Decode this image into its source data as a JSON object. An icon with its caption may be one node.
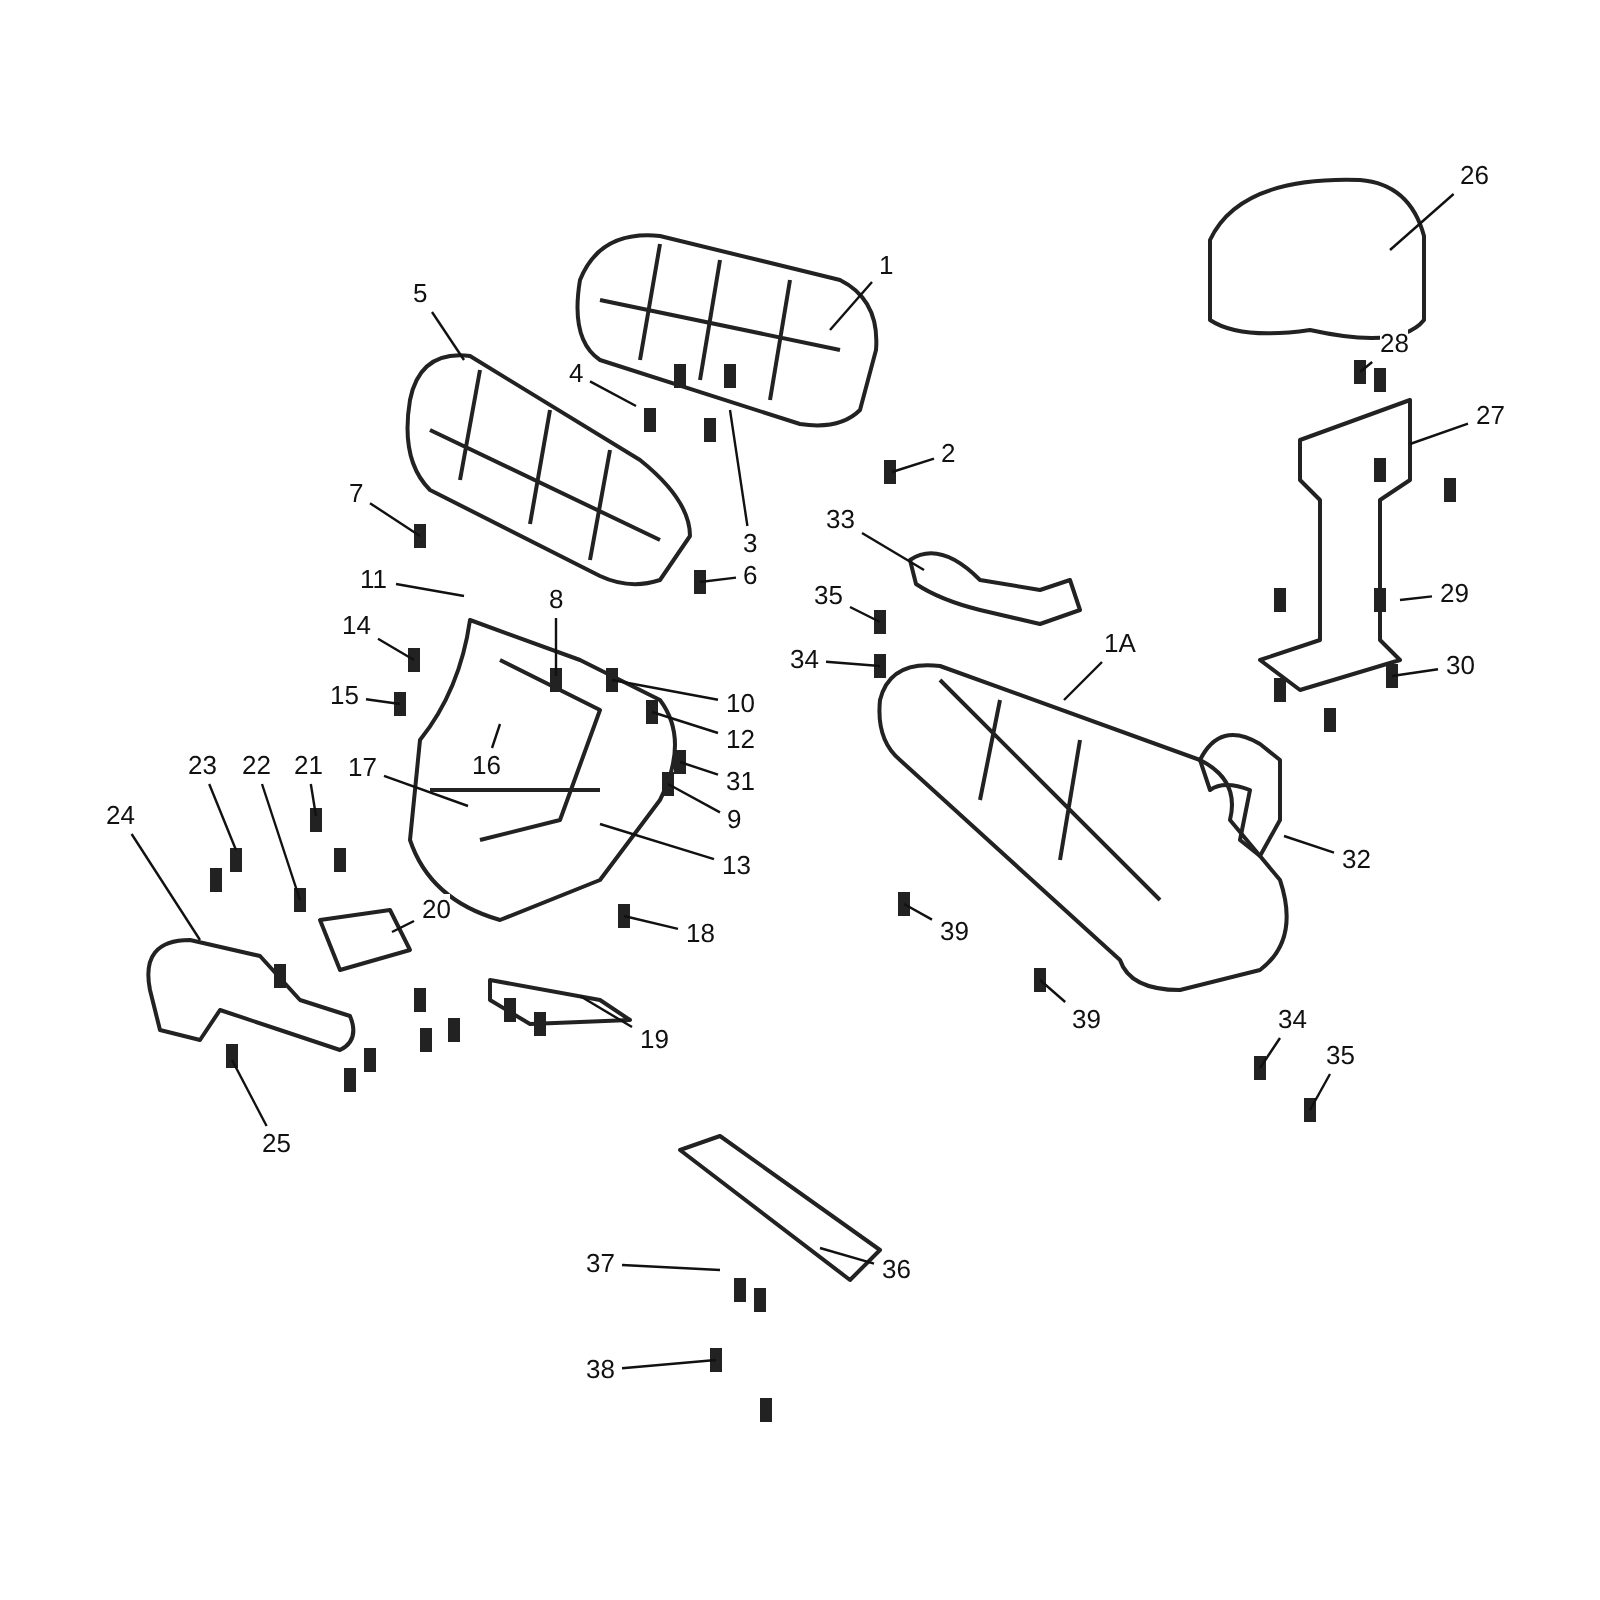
{
  "diagram": {
    "nodes": [
      {
        "text": [
          "1"
        ]
      },
      {
        "text": [
          "5"
        ]
      },
      {
        "text": [
          "4"
        ]
      },
      {
        "text": [
          "3"
        ]
      },
      {
        "text": [
          "2"
        ]
      },
      {
        "text": [
          "26"
        ]
      },
      {
        "text": [
          "28"
        ]
      },
      {
        "text": [
          "27"
        ]
      },
      {
        "text": [
          "7"
        ]
      },
      {
        "text": [
          "11"
        ]
      },
      {
        "text": [
          "8"
        ]
      },
      {
        "text": [
          "6"
        ]
      },
      {
        "text": [
          "33"
        ]
      },
      {
        "text": [
          "35"
        ]
      },
      {
        "text": [
          "29"
        ]
      },
      {
        "text": [
          "14"
        ]
      },
      {
        "text": [
          "34"
        ]
      },
      {
        "text": [
          "1A"
        ]
      },
      {
        "text": [
          "30"
        ]
      },
      {
        "text": [
          "15"
        ]
      },
      {
        "text": [
          "10"
        ]
      },
      {
        "text": [
          "12"
        ]
      },
      {
        "text": [
          "16"
        ]
      },
      {
        "text": [
          "31"
        ]
      },
      {
        "text": [
          "17"
        ]
      },
      {
        "text": [
          "23"
        ]
      },
      {
        "text": [
          "22"
        ]
      },
      {
        "text": [
          "21"
        ]
      },
      {
        "text": [
          "9"
        ]
      },
      {
        "text": [
          "24"
        ]
      },
      {
        "text": [
          "13"
        ]
      },
      {
        "text": [
          "32"
        ]
      },
      {
        "text": [
          "20"
        ]
      },
      {
        "text": [
          "39"
        ]
      },
      {
        "text": [
          "18"
        ]
      },
      {
        "text": [
          "39"
        ]
      },
      {
        "text": [
          "19"
        ]
      },
      {
        "text": [
          "34"
        ]
      },
      {
        "text": [
          "35"
        ]
      },
      {
        "text": [
          "25"
        ]
      },
      {
        "text": [
          "37"
        ]
      },
      {
        "text": [
          "36"
        ]
      },
      {
        "text": [
          "38"
        ]
      }
    ],
    "edges": [
      {
        "from": 0,
        "to": null,
        "arrow": "none"
      },
      {
        "from": 1,
        "to": null,
        "arrow": "none"
      },
      {
        "from": 2,
        "to": null,
        "arrow": "none"
      },
      {
        "from": 3,
        "to": null,
        "arrow": "none"
      },
      {
        "from": 4,
        "to": null,
        "arrow": "none"
      },
      {
        "from": 5,
        "to": null,
        "arrow": "none"
      },
      {
        "from": 6,
        "to": null,
        "arrow": "none"
      },
      {
        "from": 7,
        "to": null,
        "arrow": "none"
      },
      {
        "from": 8,
        "to": null,
        "arrow": "none"
      },
      {
        "from": 9,
        "to": null,
        "arrow": "none"
      },
      {
        "from": 10,
        "to": null,
        "arrow": "none"
      },
      {
        "from": 11,
        "to": null,
        "arrow": "none"
      },
      {
        "from": 12,
        "to": null,
        "arrow": "none"
      },
      {
        "from": 13,
        "to": null,
        "arrow": "none"
      },
      {
        "from": 14,
        "to": null,
        "arrow": "none"
      },
      {
        "from": 15,
        "to": null,
        "arrow": "none"
      },
      {
        "from": 16,
        "to": null,
        "arrow": "none"
      },
      {
        "from": 17,
        "to": null,
        "arrow": "none"
      },
      {
        "from": 18,
        "to": null,
        "arrow": "none"
      },
      {
        "from": 19,
        "to": null,
        "arrow": "none"
      },
      {
        "from": 20,
        "to": null,
        "arrow": "none"
      },
      {
        "from": 21,
        "to": null,
        "arrow": "none"
      },
      {
        "from": 22,
        "to": null,
        "arrow": "none"
      },
      {
        "from": 23,
        "to": null,
        "arrow": "none"
      },
      {
        "from": 24,
        "to": null,
        "arrow": "none"
      },
      {
        "from": 25,
        "to": null,
        "arrow": "none"
      },
      {
        "from": 26,
        "to": null,
        "arrow": "none"
      },
      {
        "from": 27,
        "to": null,
        "arrow": "none"
      },
      {
        "from": 28,
        "to": null,
        "arrow": "none"
      },
      {
        "from": 29,
        "to": null,
        "arrow": "none"
      },
      {
        "from": 30,
        "to": null,
        "arrow": "none"
      },
      {
        "from": 31,
        "to": null,
        "arrow": "none"
      },
      {
        "from": 32,
        "to": null,
        "arrow": "none"
      },
      {
        "from": 33,
        "to": null,
        "arrow": "none"
      },
      {
        "from": 34,
        "to": null,
        "arrow": "none"
      },
      {
        "from": 35,
        "to": null,
        "arrow": "none"
      },
      {
        "from": 36,
        "to": null,
        "arrow": "none"
      },
      {
        "from": 37,
        "to": null,
        "arrow": "none"
      },
      {
        "from": 38,
        "to": null,
        "arrow": "none"
      },
      {
        "from": 39,
        "to": null,
        "arrow": "none"
      },
      {
        "from": 40,
        "to": null,
        "arrow": "none"
      },
      {
        "from": 41,
        "to": null,
        "arrow": "none"
      },
      {
        "from": 42,
        "to": null,
        "arrow": "none"
      }
    ]
  }
}
